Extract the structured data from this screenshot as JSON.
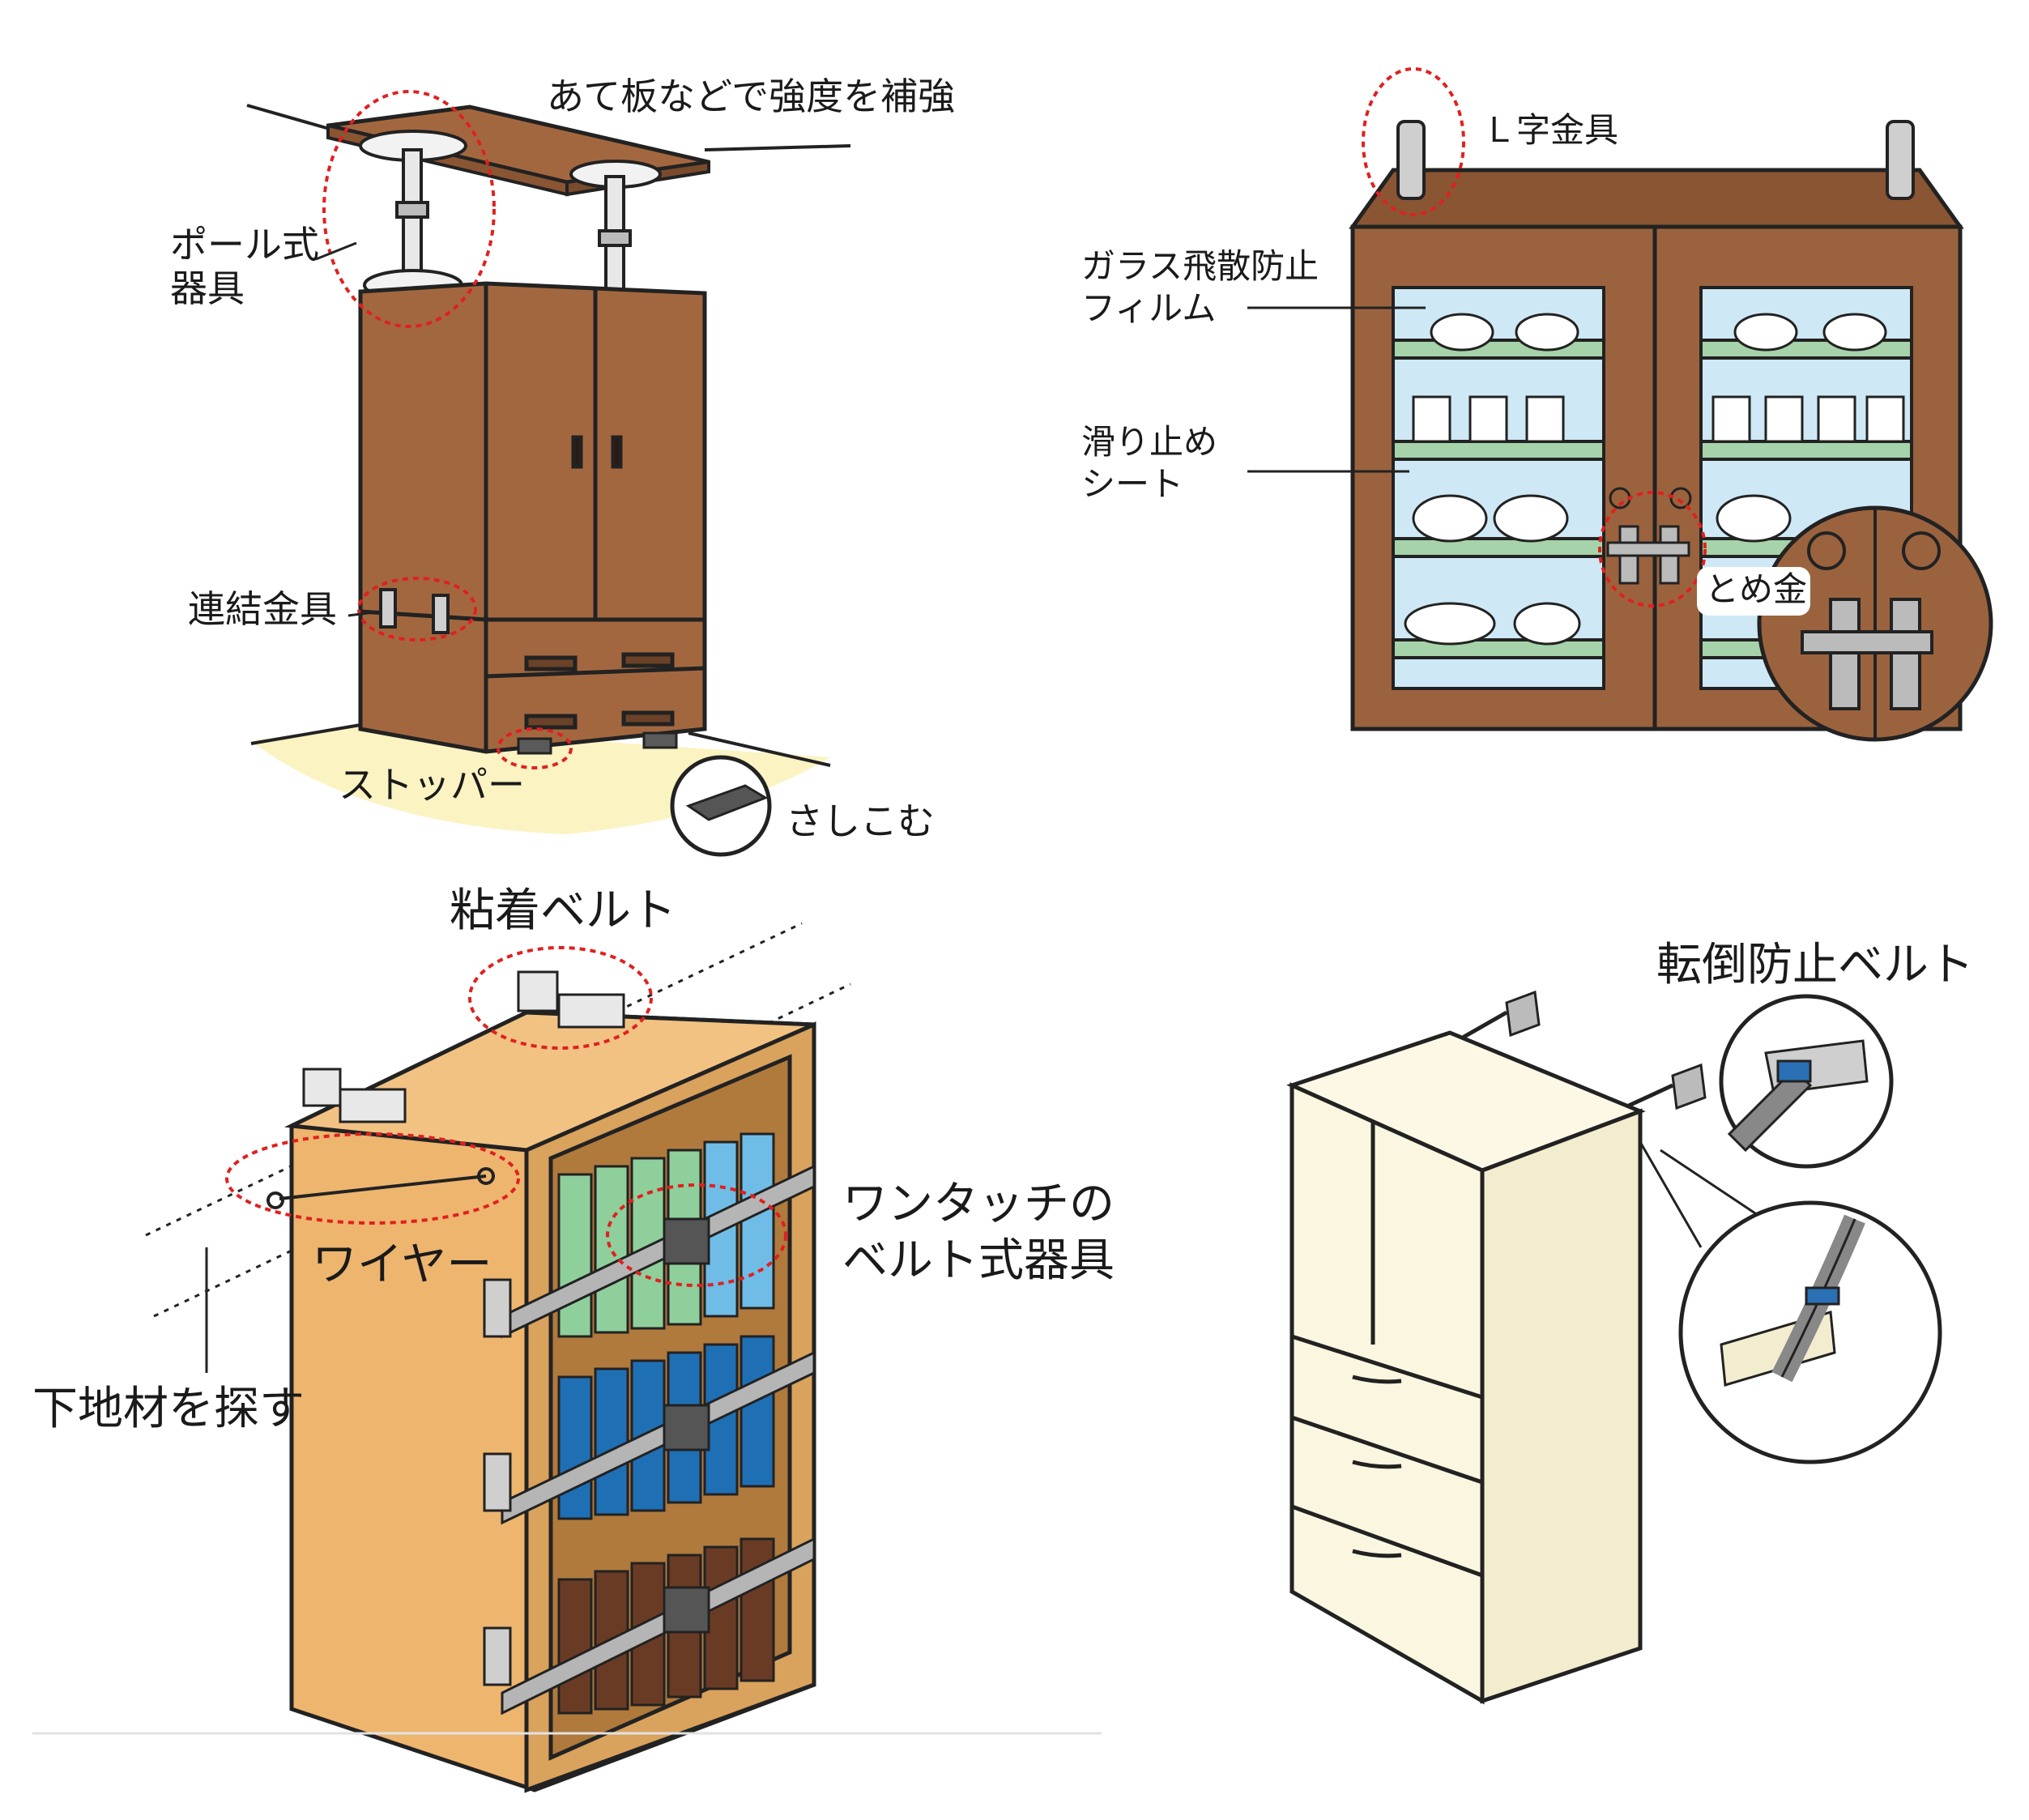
{
  "panel1": {
    "label_reinforce": "あて板などで強度を補強",
    "label_pole_line1": "ポール式",
    "label_pole_line2": "器具",
    "label_connector": "連結金具",
    "label_stopper": "ストッパー",
    "label_insert": "さしこむ"
  },
  "panel2": {
    "label_lbracket": "Ｌ字金具",
    "label_film_line1": "ガラス飛散防止",
    "label_film_line2": "フィルム",
    "label_antislip_line1": "滑り止め",
    "label_antislip_line2": "シート",
    "label_latch": "とめ金"
  },
  "panel3": {
    "label_adhesive_belt": "粘着ベルト",
    "label_onetouch_line1": "ワンタッチの",
    "label_onetouch_line2": "ベルト式器具",
    "label_wire": "ワイヤー",
    "label_find_stud": "下地材を探す"
  },
  "panel4": {
    "label_tip_belt": "転倒防止ベルト"
  },
  "colors": {
    "wardrobe": "#a3673f",
    "cupboard": "#9a633e",
    "bookshelf": "#eeb56e",
    "fridge": "#fbf6df",
    "floor": "#fbf3c2",
    "highlight_circle": "#e02020",
    "glass": "#cfe8f6",
    "antislip_sheet": "#a6d3a9"
  }
}
